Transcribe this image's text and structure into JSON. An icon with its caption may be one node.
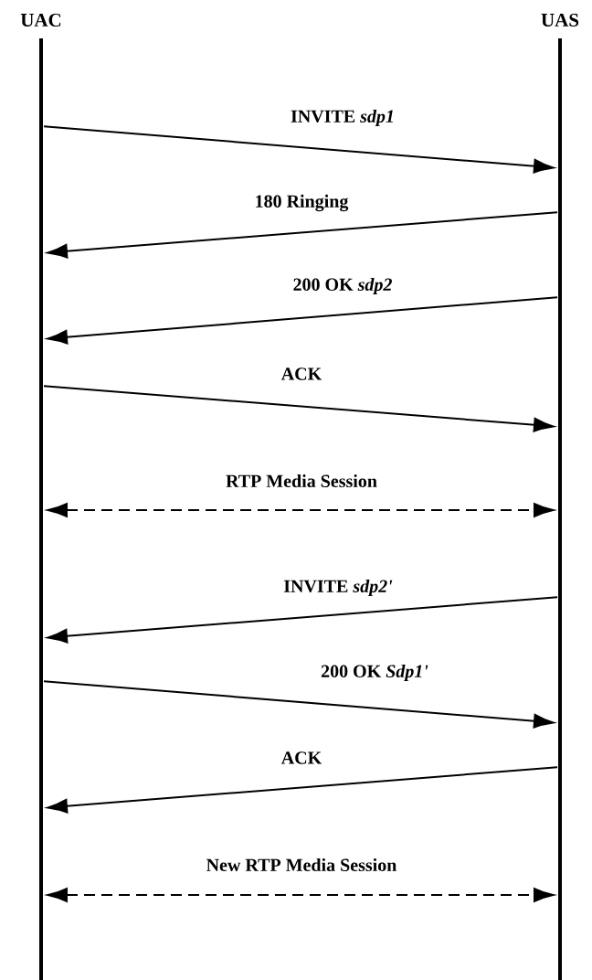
{
  "diagram": {
    "nodes": [
      {
        "text": [
          "UAC"
        ]
      },
      {
        "text": [
          "UAS"
        ]
      }
    ],
    "edges": [
      {
        "from": 0,
        "to": 1,
        "arrow": "to",
        "label": "INVITE  *sdp1*"
      },
      {
        "from": 1,
        "to": 0,
        "arrow": "to",
        "label": "180 Ringing"
      },
      {
        "from": 1,
        "to": 0,
        "arrow": "to",
        "label": "200 OK  *sdp2*"
      },
      {
        "from": 0,
        "to": 1,
        "arrow": "to",
        "label": "ACK"
      },
      {
        "from": 0,
        "to": 1,
        "arrow": "both",
        "label": "RTP Media Session",
        "style": "dashed"
      },
      {
        "from": 1,
        "to": 0,
        "arrow": "to",
        "label": "INVITE  *sdp2'*"
      },
      {
        "from": 0,
        "to": 1,
        "arrow": "to",
        "label": "200 OK  *Sdp1'*"
      },
      {
        "from": 1,
        "to": 0,
        "arrow": "to",
        "label": "ACK"
      },
      {
        "from": 0,
        "to": 1,
        "arrow": "both",
        "label": "New RTP Media Session",
        "style": "dashed"
      }
    ]
  }
}
